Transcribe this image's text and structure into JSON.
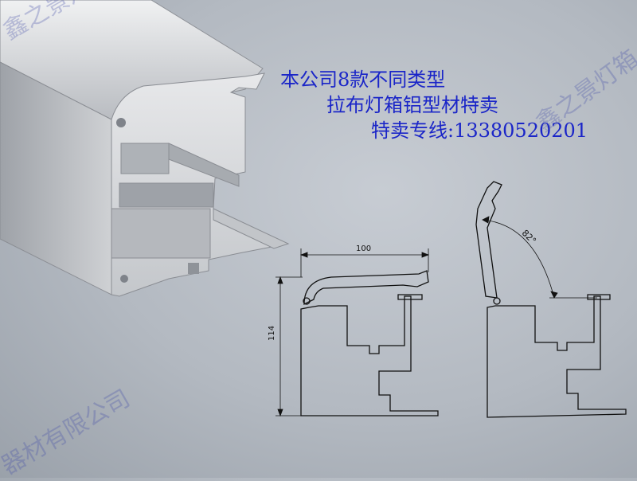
{
  "promo": {
    "line1": "本公司8款不同类型",
    "line2": "拉布灯箱铝型材特卖",
    "line3": "特卖专线:13380520201"
  },
  "watermark": {
    "top_left": "鑫之景灯",
    "right": "鑫之景灯箱",
    "bottom_left": "器材有限公司"
  },
  "dimensions": {
    "width_label": "100",
    "height_label": "114",
    "angle_label": "82°"
  },
  "colors": {
    "promo_text": "#1a25c8",
    "drawing_line": "#111111",
    "aluminum": "#d6d8db"
  }
}
